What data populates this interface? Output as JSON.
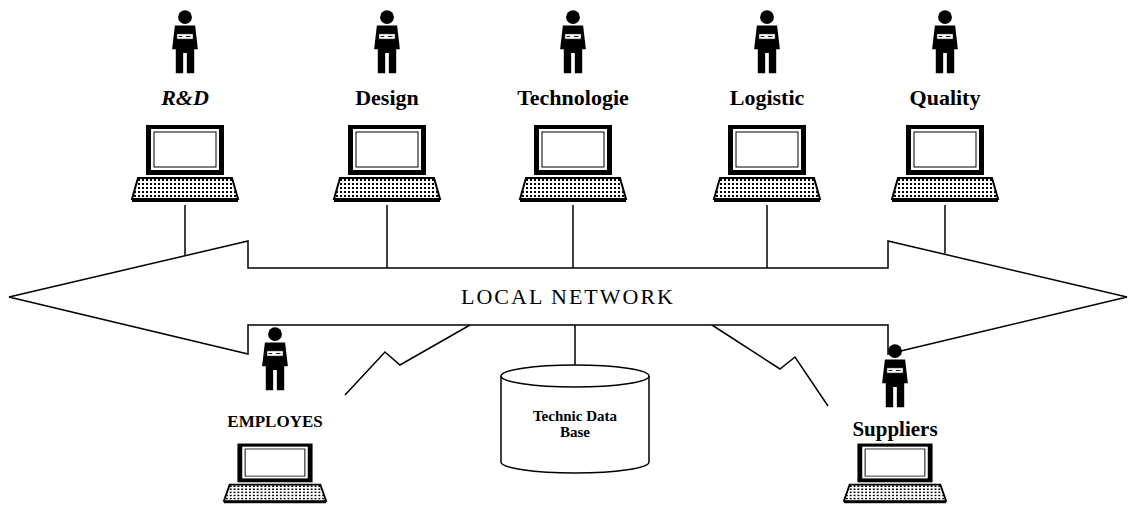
{
  "diagram": {
    "nodes": [
      {
        "text": [
          "R&D"
        ]
      },
      {
        "text": [
          "Design"
        ]
      },
      {
        "text": [
          "Technologie"
        ]
      },
      {
        "text": [
          "Logistic"
        ]
      },
      {
        "text": [
          "Quality"
        ]
      },
      {
        "text": [
          "LOCAL NETWORK"
        ]
      },
      {
        "text": [
          "EMPLOYES"
        ]
      },
      {
        "text": [
          "Technic Data Base"
        ]
      },
      {
        "text": [
          "Suppliers"
        ]
      }
    ],
    "edges": [
      {
        "from": 0,
        "to": 5,
        "arrow": "none"
      },
      {
        "from": 1,
        "to": 5,
        "arrow": "none"
      },
      {
        "from": 2,
        "to": 5,
        "arrow": "none"
      },
      {
        "from": 3,
        "to": 5,
        "arrow": "none"
      },
      {
        "from": 4,
        "to": 5,
        "arrow": "none"
      },
      {
        "from": 6,
        "to": 5,
        "arrow": "none"
      },
      {
        "from": 7,
        "to": 5,
        "arrow": "none"
      },
      {
        "from": 8,
        "to": 5,
        "arrow": "none"
      }
    ]
  }
}
